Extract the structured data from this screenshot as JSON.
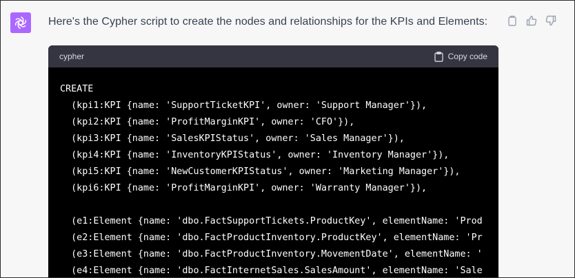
{
  "message": {
    "text": "Here's the Cypher script to create the nodes and relationships for the KPIs and Elements:"
  },
  "actions": [
    {
      "name": "copy-icon"
    },
    {
      "name": "thumbs-up-icon"
    },
    {
      "name": "thumbs-down-icon"
    }
  ],
  "code_block": {
    "language": "cypher",
    "copy_label": "Copy code",
    "lines": [
      "CREATE",
      "  (kpi1:KPI {name: 'SupportTicketKPI', owner: 'Support Manager'}),",
      "  (kpi2:KPI {name: 'ProfitMarginKPI', owner: 'CFO'}),",
      "  (kpi3:KPI {name: 'SalesKPIStatus', owner: 'Sales Manager'}),",
      "  (kpi4:KPI {name: 'InventoryKPIStatus', owner: 'Inventory Manager'}),",
      "  (kpi5:KPI {name: 'NewCustomerKPIStatus', owner: 'Marketing Manager'}),",
      "  (kpi6:KPI {name: 'ProfitMarginKPI', owner: 'Warranty Manager'}),",
      "",
      "  (e1:Element {name: 'dbo.FactSupportTickets.ProductKey', elementName: 'Prod",
      "  (e2:Element {name: 'dbo.FactProductInventory.ProductKey', elementName: 'Pr",
      "  (e3:Element {name: 'dbo.FactProductInventory.MovementDate', elementName: '",
      "  (e4:Element {name: 'dbo.FactInternetSales.SalesAmount', elementName: 'Sale"
    ]
  }
}
